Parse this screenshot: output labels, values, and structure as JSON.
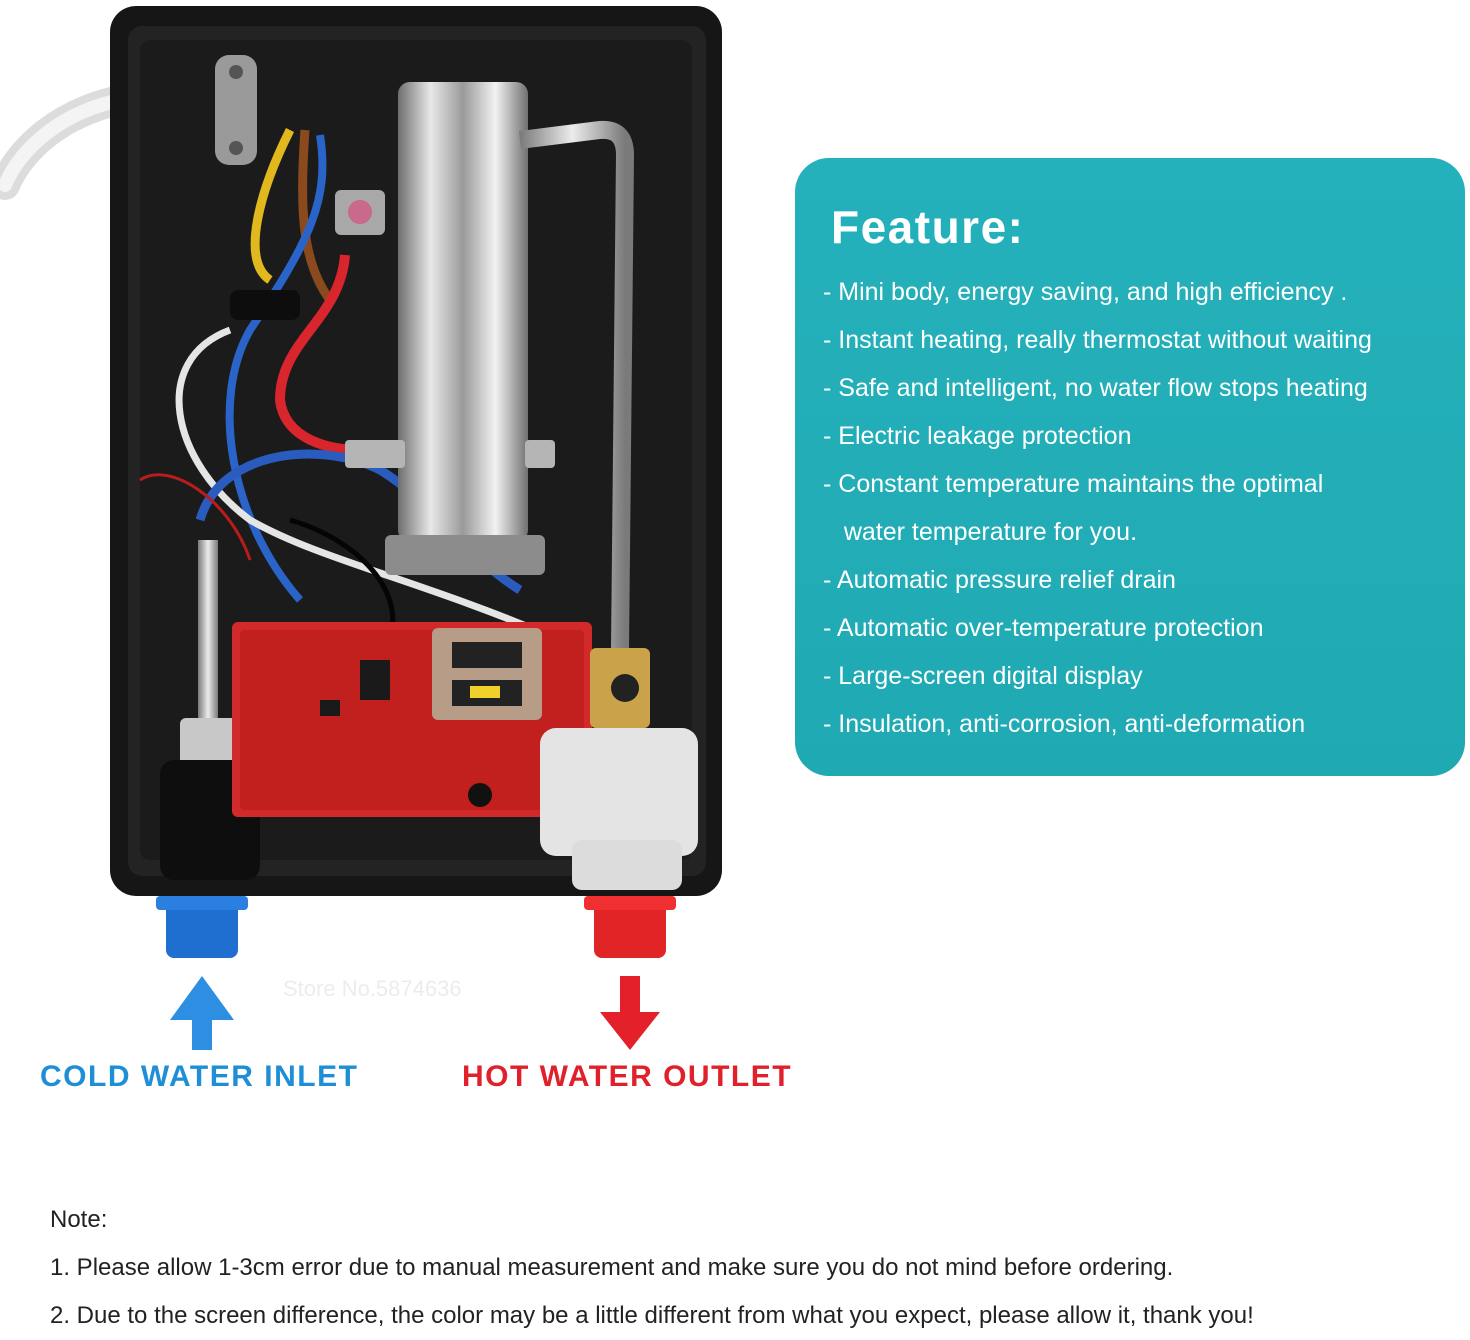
{
  "feature": {
    "title": "Feature:",
    "items": [
      "- Mini body, energy saving, and high efficiency .",
      "- Instant heating, really thermostat without waiting",
      "- Safe and intelligent, no water flow stops heating",
      "- Electric leakage protection",
      "- Constant temperature maintains the optimal",
      "   water temperature for you.",
      "- Automatic pressure relief drain",
      "- Automatic over-temperature protection",
      "- Large-screen digital display",
      "- Insulation, anti-corrosion, anti-deformation"
    ]
  },
  "labels": {
    "cold": "COLD WATER INLET",
    "hot": "HOT WATER OUTLET",
    "watermark": "Store No.5874636"
  },
  "colors": {
    "panel": "#22adb7",
    "cold": "#1e8ed6",
    "hot": "#e0202a"
  },
  "notes": {
    "title": "Note:",
    "lines": [
      "1. Please allow 1-3cm error due to manual measurement and make sure you do not mind before ordering.",
      "2. Due to the screen difference, the color may be a little different from what you expect, please allow it, thank you!"
    ]
  }
}
